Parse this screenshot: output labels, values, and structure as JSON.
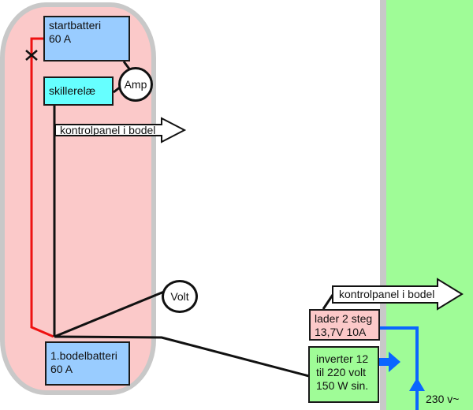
{
  "diagram": {
    "zones": {
      "vehicle_zone_color": "#fbc9c9",
      "external_zone_color": "#9ffc97",
      "divider_color": "#c8c8c8"
    },
    "boxes": {
      "startbatteri": {
        "line1": "startbatteri",
        "line2": "60 A",
        "color": "#99ccff"
      },
      "skillerele": {
        "label": "skillerelæ",
        "color": "#66ffff"
      },
      "bodelbatteri": {
        "line1": "1.bodelbatteri",
        "line2": "60 A",
        "color": "#99ccff"
      },
      "lader": {
        "line1": "lader 2 steg",
        "line2": "13,7V  10A",
        "color": "#fbc9c9"
      },
      "inverter": {
        "line1": "inverter 12",
        "line2": "til 220 volt",
        "line3": "150 W sin.",
        "color": "#9ffc97"
      }
    },
    "meters": {
      "amp": "Amp",
      "volt": "Volt"
    },
    "arrows": {
      "kontrolpanel_top": "kontrolpanel i bodel",
      "kontrolpanel_bottom": "kontrolpanel i bodel"
    },
    "labels": {
      "mains": "230 v~"
    },
    "wire_colors": {
      "main": "#111111",
      "red": "#ee1111",
      "blue": "#0a66ff"
    }
  }
}
